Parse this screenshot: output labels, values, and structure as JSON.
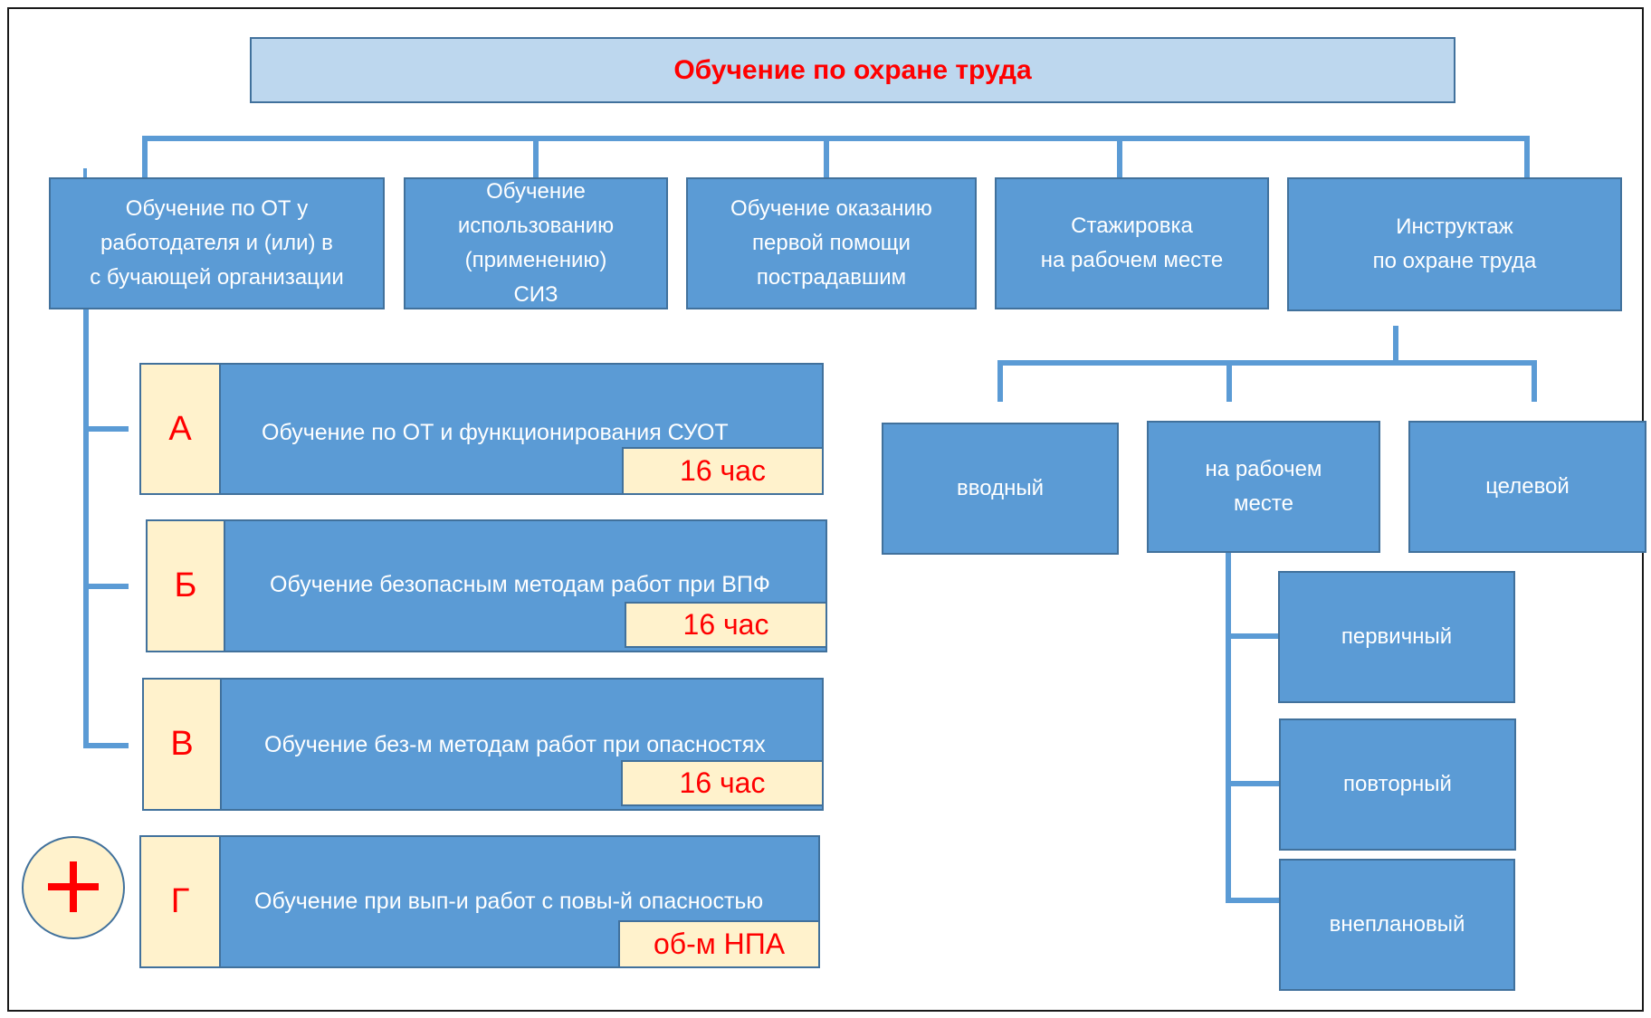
{
  "title": "Обучение по охране труда",
  "top_boxes": [
    "Обучение по ОТ у\nработодателя и (или) в\nс бучающей организации",
    "Обучение\nиспользованию\n(применению)\nСИЗ",
    "Обучение оказанию\nпервой помощи\nпострадавшим",
    "Стажировка\nна рабочем месте",
    "Инструктаж\nпо охране труда"
  ],
  "programs": [
    {
      "letter": "А",
      "text": "Обучение по ОТ и функционирования СУОТ",
      "hours": "16 час"
    },
    {
      "letter": "Б",
      "text": "Обучение безопасным методам работ при ВПФ",
      "hours": "16 час"
    },
    {
      "letter": "В",
      "text": "Обучение без-м методам работ при опасностях",
      "hours": "16 час"
    },
    {
      "letter": "Г",
      "text": "Обучение при вып-и работ с повы-й опасностью",
      "hours": "об-м НПА"
    }
  ],
  "briefing_types": [
    "вводный",
    "на рабочем\nместе",
    "целевой"
  ],
  "workplace_subtypes": [
    "первичный",
    "повторный",
    "внеплановый"
  ],
  "plus_symbol": "plus-icon",
  "colors": {
    "box": "#5b9bd5",
    "title_bg": "#bdd7ee",
    "accent": "#ff0000",
    "label_bg": "#fff2cc"
  }
}
